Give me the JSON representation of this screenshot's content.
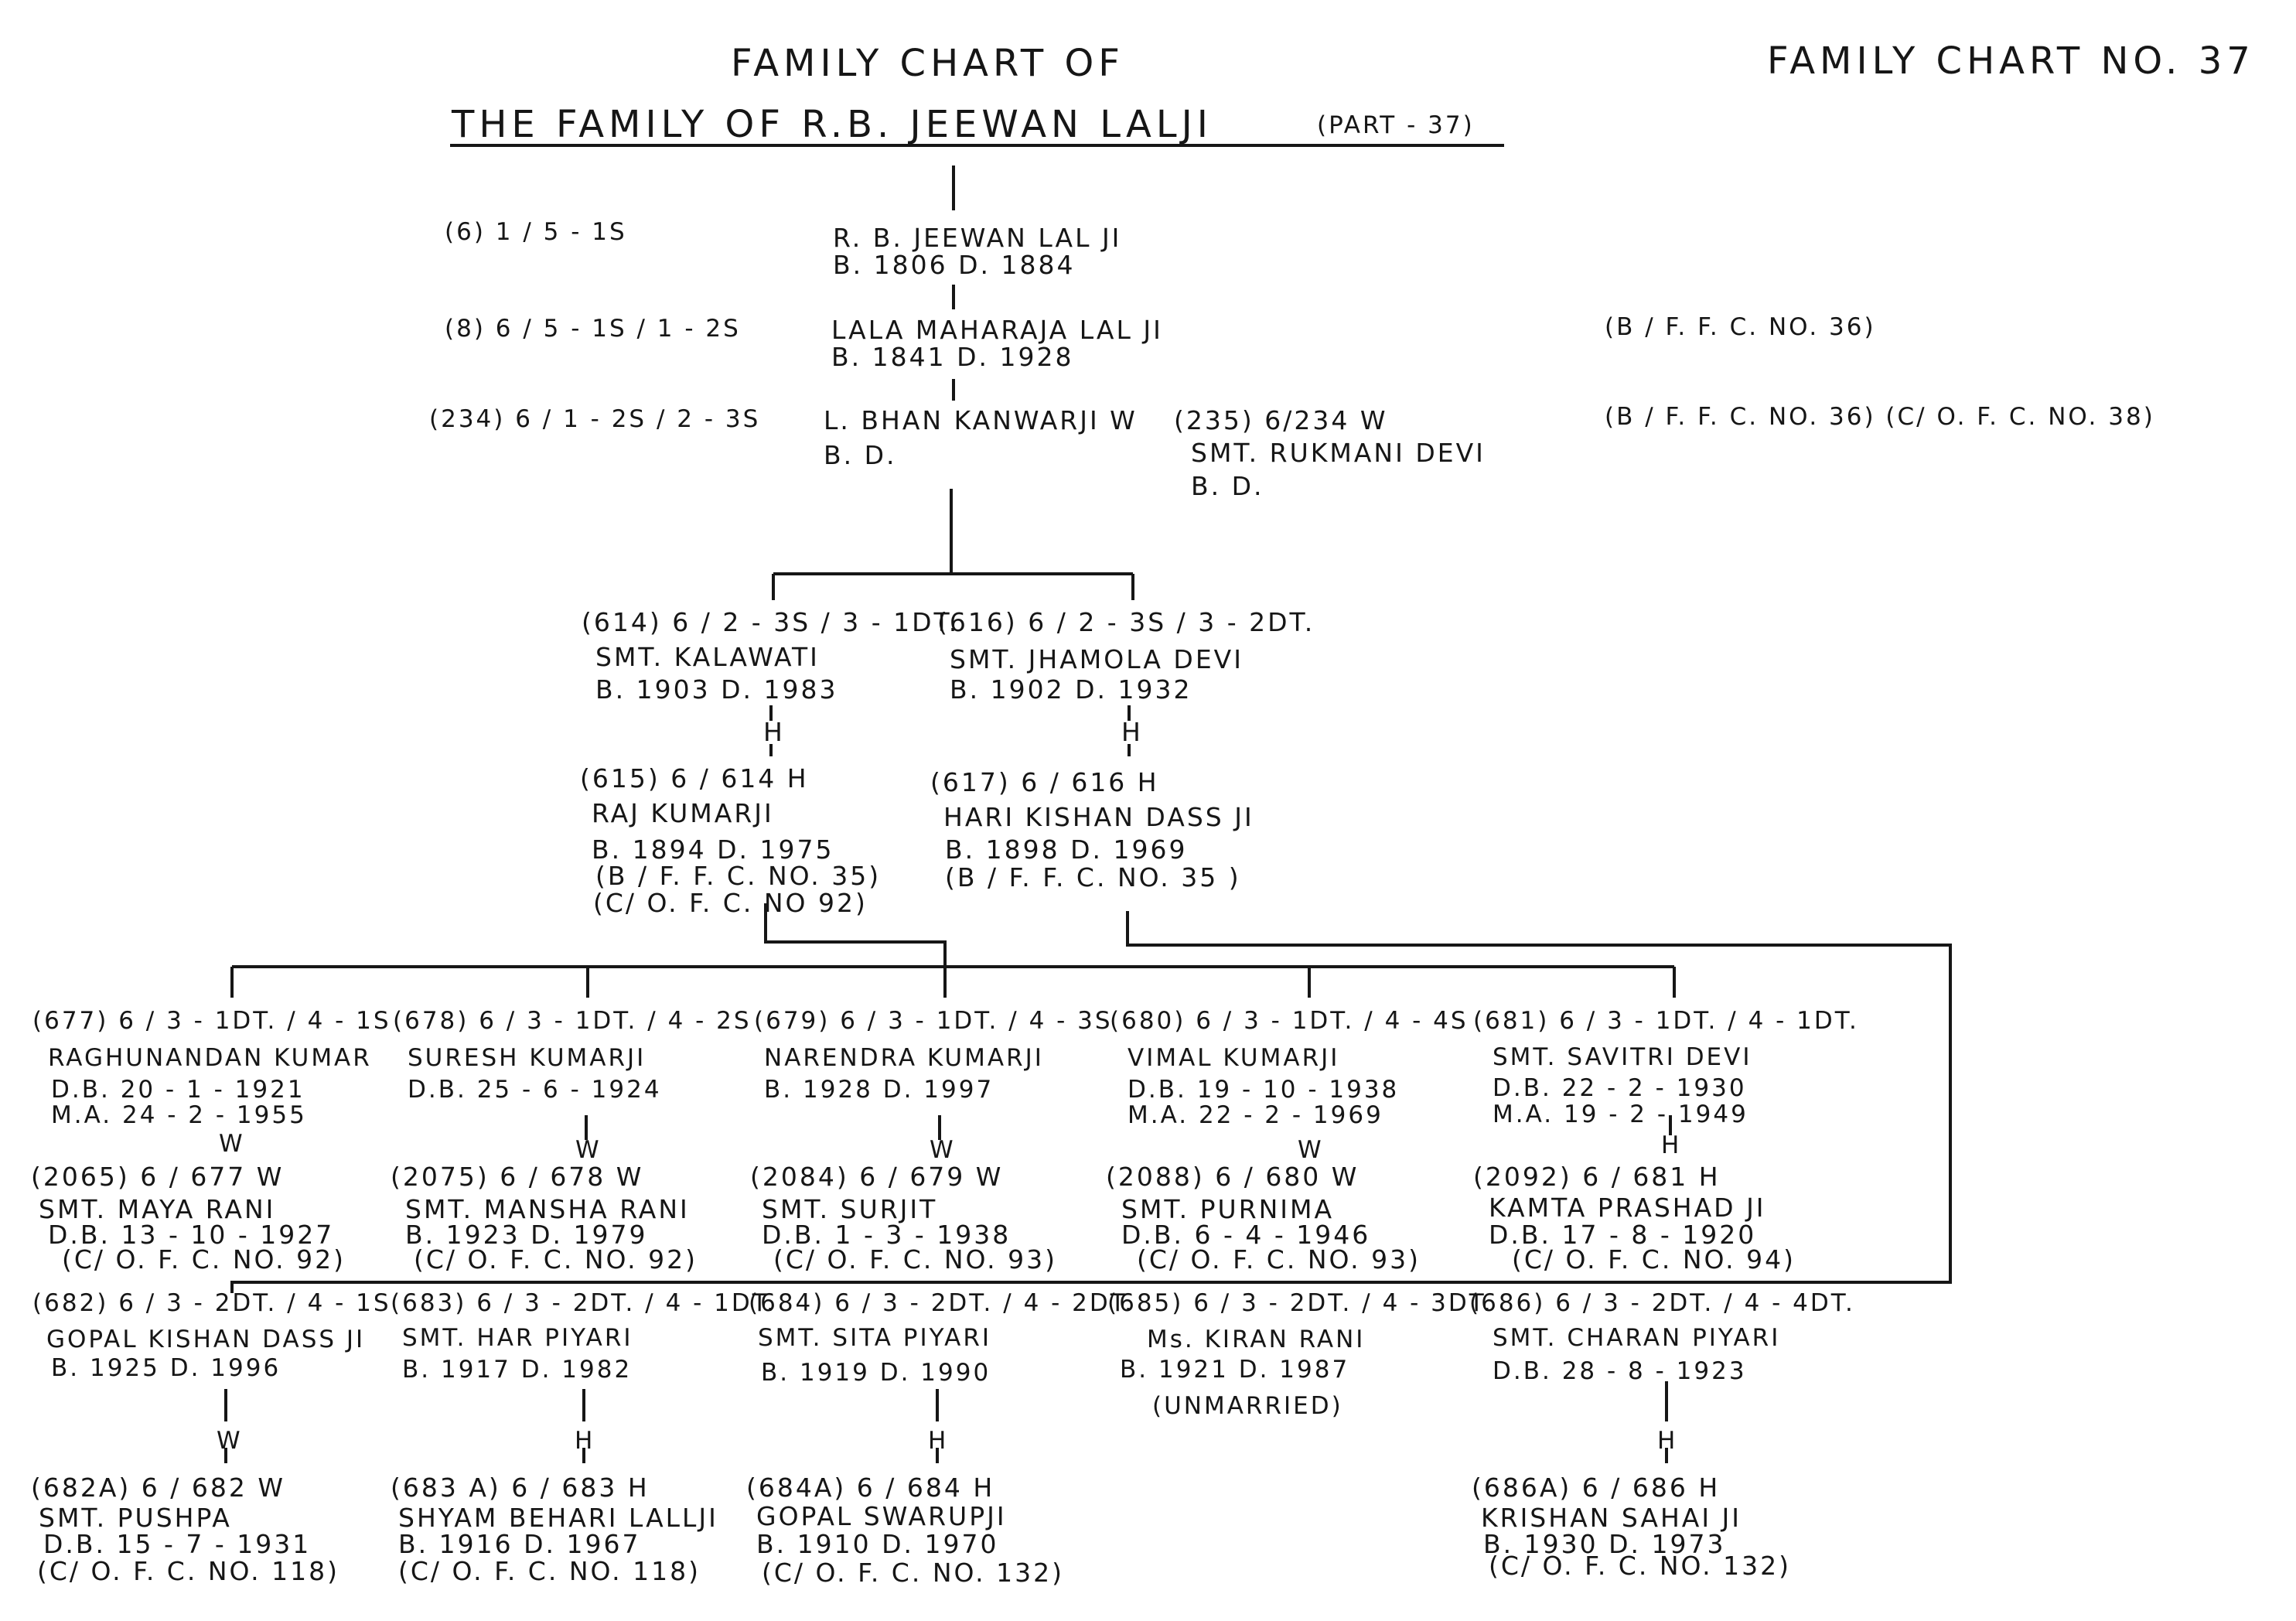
{
  "header": {
    "title_line1": "FAMILY CHART OF",
    "title_line2": "THE FAMILY OF R.B. JEEWAN LALJI",
    "part": "(PART - 37)",
    "chart_no": "FAMILY CHART NO. 37"
  },
  "gen1": {
    "code": "(6)   1 / 5 - 1S",
    "name": "R. B. JEEWAN  LAL JI",
    "dates": "B. 1806        D. 1884"
  },
  "gen2": {
    "code": "(8)   6 / 5 - 1S / 1 - 2S",
    "name": "LALA MAHARAJA LAL JI",
    "dates": "B. 1841        D. 1928",
    "ref": "(B / F. F. C. NO. 36)"
  },
  "gen3": {
    "code": "(234)  6 / 1 - 2S / 2 - 3S",
    "name": "L. BHAN KANWARJI  W",
    "dates": "B.               D.",
    "spouse_code": "(235)   6/234  W",
    "spouse_name": "SMT.  RUKMANI  DEVI",
    "spouse_dates": "B.               D.",
    "ref": "(B / F. F. C. NO. 36)   (C/ O. F. C. NO. 38)"
  },
  "gen4": [
    {
      "code": "(614) 6 / 2 - 3S / 3 - 1DT.",
      "name": "SMT.   KALAWATI",
      "dates": "B. 1903     D. 1983",
      "link": "H",
      "spouse_code": "(615)   6 / 614  H",
      "spouse_name": "RAJ   KUMARJI",
      "spouse_dates": "B. 1894      D. 1975",
      "spouse_ref1": "(B / F. F. C. NO. 35)",
      "spouse_ref2": "(C/ O. F. C. NO 92)"
    },
    {
      "code": "(616)  6 / 2 - 3S / 3 - 2DT.",
      "name": "SMT.   JHAMOLA DEVI",
      "dates": "B. 1902        D. 1932",
      "link": "H",
      "spouse_code": "(617)   6 / 616 H",
      "spouse_name": "HARI   KISHAN   DASS JI",
      "spouse_dates": "B. 1898       D. 1969",
      "spouse_ref1": "(B / F. F. C. NO. 35 )"
    }
  ],
  "gen5_row1": [
    {
      "code": "(677)  6 / 3 - 1DT. / 4 - 1S",
      "name": "RAGHUNANDAN KUMAR",
      "d1": "D.B.  20 - 1 - 1921",
      "d2": "M.A.  24 - 2 - 1955",
      "link": "W",
      "sp_code": "(2065)  6 / 677 W",
      "sp_name": "SMT. MAYA  RANI",
      "sp_d1": "D.B. 13 - 10 - 1927",
      "sp_ref": "(C/ O. F. C. NO. 92)"
    },
    {
      "code": "(678)  6 / 3 - 1DT. / 4 - 2S",
      "name": "SURESH  KUMARJI",
      "d1": "D.B.  25 - 6 - 1924",
      "link": "W",
      "sp_code": "(2075) 6 / 678  W",
      "sp_name": "SMT. MANSHA RANI",
      "sp_d1": "B. 1923      D. 1979",
      "sp_ref": "(C/ O. F. C. NO. 92)"
    },
    {
      "code": "(679)  6 / 3 - 1DT. / 4 - 3S",
      "name": "NARENDRA  KUMARJI",
      "d1": "B. 1928       D. 1997",
      "link": "W",
      "sp_code": "(2084)  6 / 679   W",
      "sp_name": "SMT. SURJIT",
      "sp_d1": "D.B. 1 - 3 - 1938",
      "sp_ref": "(C/ O. F. C. NO. 93)"
    },
    {
      "code": "(680)  6 / 3 - 1DT. / 4 - 4S",
      "name": "VIMAL  KUMARJI",
      "d1": "D.B.  19 - 10 - 1938",
      "d2": "M.A.  22 - 2 - 1969",
      "link": "W",
      "sp_code": "(2088)  6 / 680  W",
      "sp_name": "SMT. PURNIMA",
      "sp_d1": "D.B.  6 - 4 - 1946",
      "sp_ref": "(C/ O. F. C. NO. 93)"
    },
    {
      "code": "(681)  6 / 3 - 1DT. / 4 - 1DT.",
      "name": "SMT.  SAVITRI  DEVI",
      "d1": "D.B.  22 - 2 - 1930",
      "d2": "M.A.  19 - 2 - 1949",
      "link": "H",
      "sp_code": "(2092)  6 / 681  H",
      "sp_name": "KAMTA  PRASHAD JI",
      "sp_d1": "D.B.  17 - 8 - 1920",
      "sp_ref": "(C/ O. F. C. NO. 94)"
    }
  ],
  "gen5_row2": [
    {
      "code": "(682)  6 / 3 - 2DT. / 4 - 1S",
      "name": "GOPAL KISHAN DASS JI",
      "d1": "B. 1925        D. 1996",
      "link": "W",
      "sp_code": "(682A) 6 / 682 W",
      "sp_name": "SMT. PUSHPA",
      "sp_d1": "D.B.  15 - 7 - 1931",
      "sp_ref": "(C/ O. F. C. NO. 118)"
    },
    {
      "code": "(683)  6 / 3 - 2DT. / 4 - 1DT.",
      "name": "SMT.  HAR  PIYARI",
      "d1": "B. 1917        D. 1982",
      "link": "H",
      "sp_code": "(683 A)  6 / 683 H",
      "sp_name": "SHYAM BEHARI LALLJI",
      "sp_d1": "B. 1916        D. 1967",
      "sp_ref": "(C/ O. F. C. NO. 118)"
    },
    {
      "code": "(684)  6 / 3 - 2DT. / 4 - 2DT.",
      "name": "SMT.    SITA  PIYARI",
      "d1": "B. 1919        D. 1990",
      "link": "H",
      "sp_code": "(684A) 6 / 684 H",
      "sp_name": "GOPAL  SWARUPJI",
      "sp_d1": "B. 1910    D. 1970",
      "sp_ref": "(C/ O. F. C. NO. 132)"
    },
    {
      "code": "(685)  6 / 3 - 2DT. / 4 - 3DT.",
      "name": "Ms.  KIRAN RANI",
      "d1": "B. 1921        D. 1987",
      "d2": "(UNMARRIED)"
    },
    {
      "code": "(686)  6 / 3 - 2DT. / 4 - 4DT.",
      "name": "SMT.  CHARAN  PIYARI",
      "d1": "D.B.  28 - 8 - 1923",
      "link": "H",
      "sp_code": "(686A)  6 / 686 H",
      "sp_name": "KRISHAN  SAHAI JI",
      "sp_d1": "B. 1930     D. 1973",
      "sp_ref": "(C/ O. F. C. NO. 132)"
    }
  ]
}
